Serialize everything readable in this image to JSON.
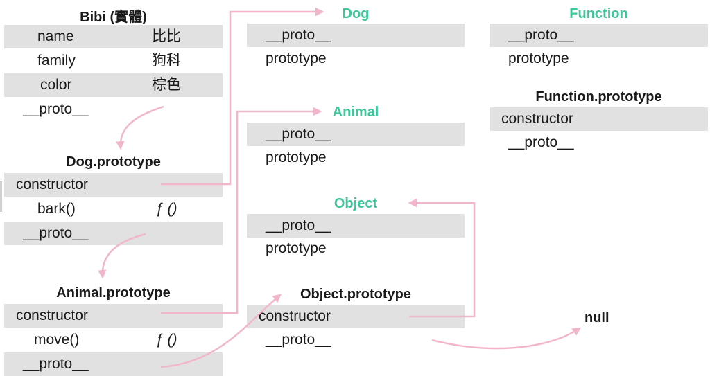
{
  "bibi": {
    "title": "Bibi (實體)",
    "rows": [
      {
        "key": "name",
        "value": "比比"
      },
      {
        "key": "family",
        "value": "狗科"
      },
      {
        "key": "color",
        "value": "棕色"
      },
      {
        "key": "__proto__"
      }
    ]
  },
  "dog_prototype": {
    "title": "Dog.prototype",
    "rows": [
      {
        "key": "constructor"
      },
      {
        "key": "bark()",
        "value": "ƒ ()"
      },
      {
        "key": "__proto__"
      }
    ]
  },
  "animal_prototype": {
    "title": "Animal.prototype",
    "rows": [
      {
        "key": "constructor"
      },
      {
        "key": "move()",
        "value": "ƒ ()"
      },
      {
        "key": "__proto__"
      }
    ]
  },
  "dog": {
    "title": "Dog",
    "rows": [
      {
        "key": "__proto__"
      },
      {
        "key": "prototype"
      }
    ]
  },
  "animal": {
    "title": "Animal",
    "rows": [
      {
        "key": "__proto__"
      },
      {
        "key": "prototype"
      }
    ]
  },
  "object": {
    "title": "Object",
    "rows": [
      {
        "key": "__proto__"
      },
      {
        "key": "prototype"
      }
    ]
  },
  "object_prototype": {
    "title": "Object.prototype",
    "rows": [
      {
        "key": "constructor"
      },
      {
        "key": "__proto__"
      }
    ]
  },
  "function": {
    "title": "Function",
    "rows": [
      {
        "key": "__proto__"
      },
      {
        "key": "prototype"
      }
    ]
  },
  "function_prototype": {
    "title": "Function.prototype",
    "rows": [
      {
        "key": "constructor"
      },
      {
        "key": "__proto__"
      }
    ]
  },
  "null_label": "null",
  "colors": {
    "teal": "#3cc79a",
    "arrow": "#f2b6cc",
    "row_gray": "#e1e1e1"
  }
}
